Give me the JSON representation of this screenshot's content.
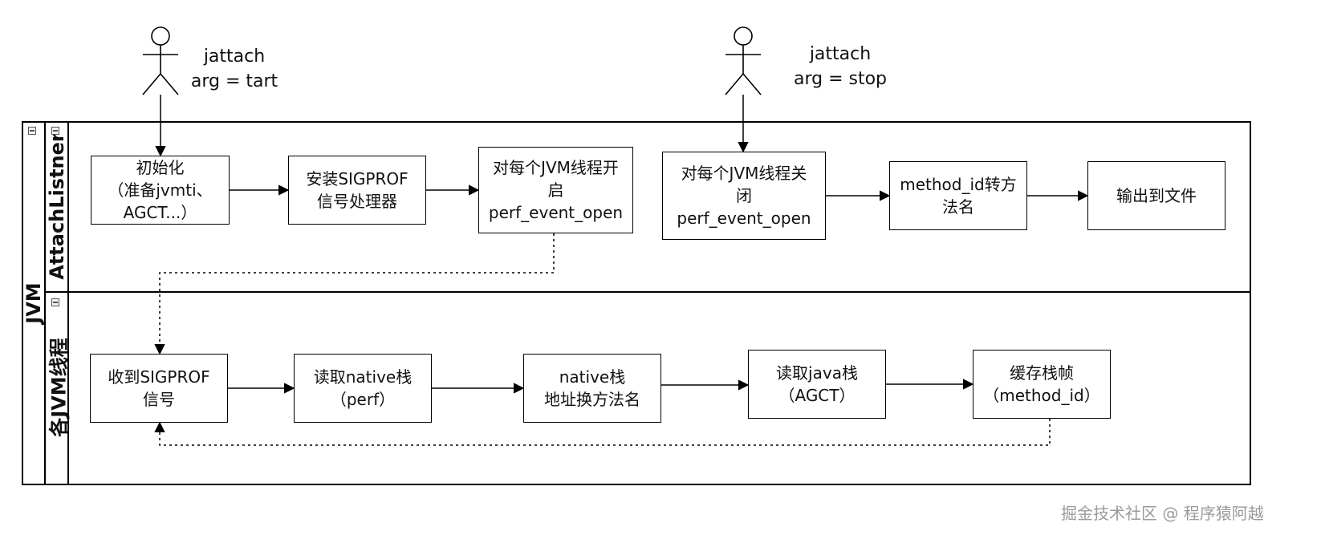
{
  "pool": {
    "label": "JVM"
  },
  "lanes": [
    {
      "id": "attach",
      "label": "AttachListner"
    },
    {
      "id": "jvm",
      "label": "各JVM线程"
    }
  ],
  "actors": [
    {
      "id": "start",
      "label": "jattach\narg = tart"
    },
    {
      "id": "stop",
      "label": "jattach\narg = stop"
    }
  ],
  "nodes": {
    "init": "初始化\n（准备jvmti、\nAGCT...）",
    "install": "安装SIGPROF\n信号处理器",
    "open": "对每个JVM线程开\n启\nperf_event_open",
    "close": "对每个JVM线程关\n闭\nperf_event_open",
    "convert": "method_id转方\n法名",
    "output": "输出到文件",
    "recv": "收到SIGPROF\n信号",
    "native": "读取native栈\n（perf）",
    "addr": "native栈\n地址换方法名",
    "java": "读取java栈\n（AGCT）",
    "cache": "缓存栈帧\n（method_id）"
  },
  "edges": [
    {
      "from": "start",
      "to": "init",
      "style": "solid"
    },
    {
      "from": "init",
      "to": "install",
      "style": "solid"
    },
    {
      "from": "install",
      "to": "open",
      "style": "solid"
    },
    {
      "from": "open",
      "to": "recv",
      "style": "dashed"
    },
    {
      "from": "stop",
      "to": "close",
      "style": "solid"
    },
    {
      "from": "close",
      "to": "convert",
      "style": "solid"
    },
    {
      "from": "convert",
      "to": "output",
      "style": "solid"
    },
    {
      "from": "recv",
      "to": "native",
      "style": "solid"
    },
    {
      "from": "native",
      "to": "addr",
      "style": "solid"
    },
    {
      "from": "addr",
      "to": "java",
      "style": "solid"
    },
    {
      "from": "java",
      "to": "cache",
      "style": "solid"
    },
    {
      "from": "cache",
      "to": "recv",
      "style": "dashed"
    }
  ],
  "watermark": "掘金技术社区 @ 程序猿阿越"
}
